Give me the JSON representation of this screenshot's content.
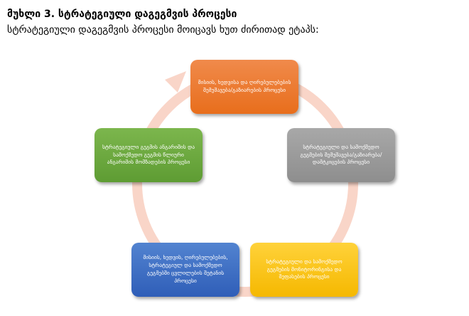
{
  "heading": "მუხლი 3. სტრატეგიული დაგეგმვის პროცესი",
  "intro": "სტრატეგიული დაგეგმვის პროცესი მოიცავს ხუთ ძირითად ეტაპს:",
  "stages": [
    {
      "label": "მისიის, ხედვისა და ღირებულებების შემუშავება/გაზიარების პროცესი",
      "color": "#e97a30"
    },
    {
      "label": "სტრატეგიული და სამოქმედო გეგმების შემუშავება/გაზიარება/დამტკიცების პროცესი",
      "color": "#9c9c9c"
    },
    {
      "label": "სტრატეგიული და სამოქმედო გეგმების მონიტორინგისა და შეფასების პროცესი",
      "color": "#f9c413"
    },
    {
      "label": "მისიის, ხედვის, ღირებულებების, სტრატეგიულ და სამოქმედო გეგმებში ცვლილების შეტანის პროცესი",
      "color": "#3d6cc4"
    },
    {
      "label": "სტრატეგიული გეგმის ანგარიშის და სამოქმედო გეგმის წლიური ანგარიშის მომზადების პროცესი",
      "color": "#6aa83e"
    }
  ]
}
